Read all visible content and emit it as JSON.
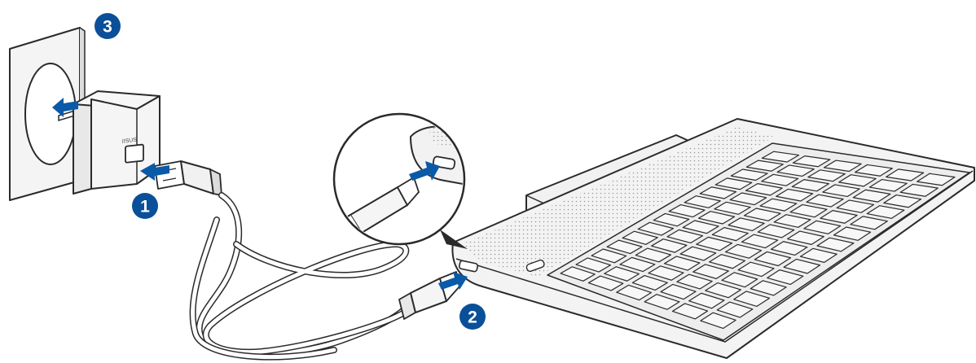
{
  "steps": [
    {
      "number": "1"
    },
    {
      "number": "2"
    },
    {
      "number": "3"
    }
  ],
  "adapter": {
    "brand": "/ISUS"
  },
  "colors": {
    "badge": "#0a4f99",
    "arrow": "#0a5aa8",
    "line": "#2a2a2a",
    "device_fill": "#f2f2f2",
    "key_fill": "#f7f7f7"
  }
}
